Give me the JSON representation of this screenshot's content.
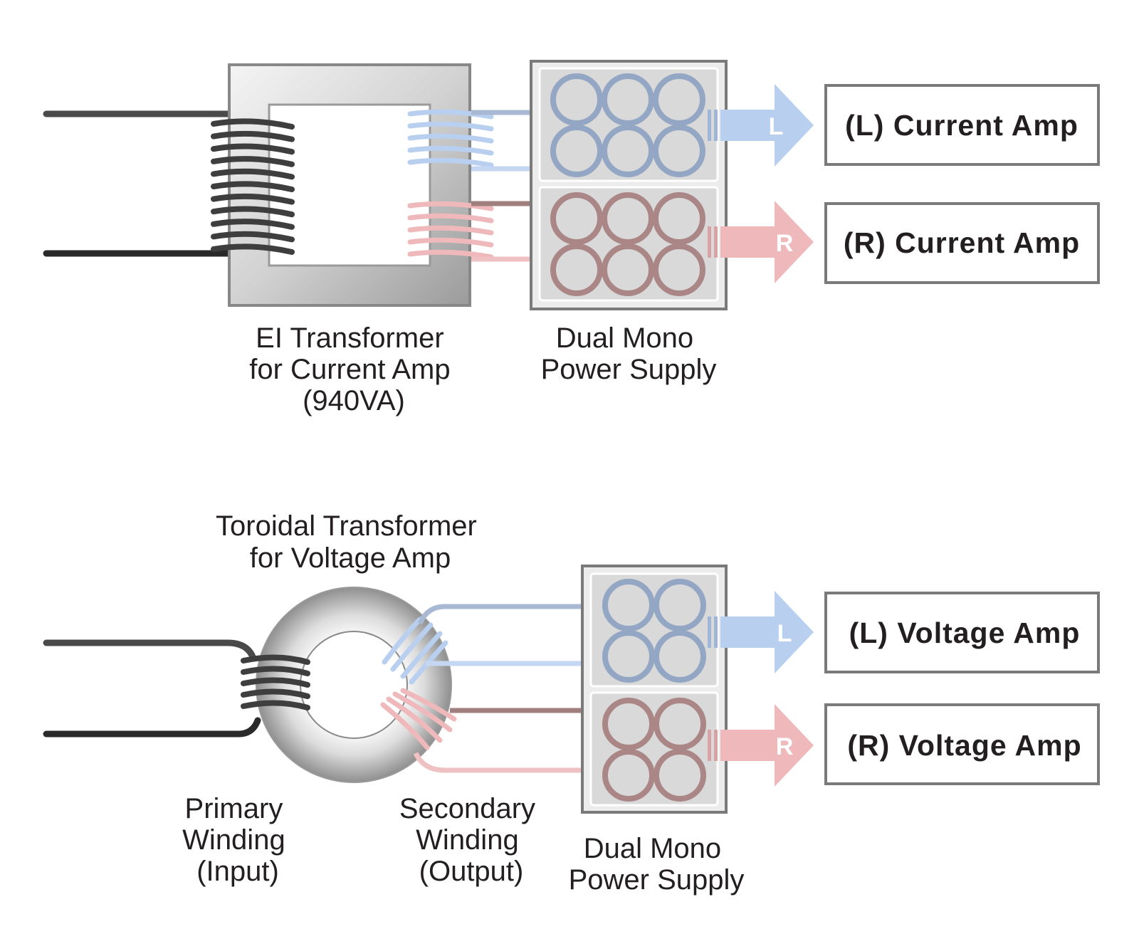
{
  "colors": {
    "left_channel": "#b9cff0",
    "left_capacitor": "#93a7c4",
    "right_channel": "#efb9bb",
    "right_capacitor": "#ab8686",
    "right_lead_dark": "#a07f7f",
    "primary_wire": "#4a4a4a",
    "box_border": "#7a7a7a"
  },
  "ei_section": {
    "transformer_caption": [
      "EI Transformer",
      "for Current Amp",
      "(940VA)"
    ],
    "supply_caption": [
      "Dual Mono",
      "Power Supply"
    ],
    "left_arrow_letter": "L",
    "right_arrow_letter": "R",
    "left_amp": "(L) Current Amp",
    "right_amp": "(R) Current Amp"
  },
  "toroidal_section": {
    "transformer_caption": [
      "Toroidal Transformer",
      "for Voltage Amp"
    ],
    "primary_caption": [
      "Primary",
      "Winding",
      "(Input)"
    ],
    "secondary_caption": [
      "Secondary",
      "Winding",
      "(Output)"
    ],
    "supply_caption": [
      "Dual Mono",
      "Power Supply"
    ],
    "left_arrow_letter": "L",
    "right_arrow_letter": "R",
    "left_amp": "(L) Voltage Amp",
    "right_amp": "(R) Voltage Amp"
  }
}
